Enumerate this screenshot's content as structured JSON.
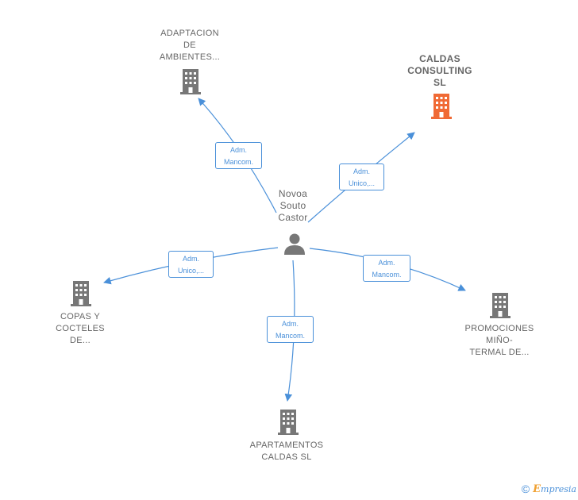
{
  "center": {
    "label": "Novoa\nSouto\nCastor",
    "icon": "person-icon"
  },
  "companies": [
    {
      "id": "adaptacion",
      "label": "ADAPTACION\nDE\nAMBIENTES...",
      "icon": "building-icon",
      "color": "#777777"
    },
    {
      "id": "caldas-consulting",
      "label": "CALDAS\nCONSULTING\nSL",
      "icon": "building-icon",
      "color": "#f06a35"
    },
    {
      "id": "copas",
      "label": "COPAS Y\nCOCTELES\nDE...",
      "icon": "building-icon",
      "color": "#777777"
    },
    {
      "id": "promociones",
      "label": "PROMOCIONES\nMIÑO-\nTERMAL DE...",
      "icon": "building-icon",
      "color": "#777777"
    },
    {
      "id": "apartamentos",
      "label": "APARTAMENTOS\nCALDAS  SL",
      "icon": "building-icon",
      "color": "#777777"
    }
  ],
  "relations": [
    {
      "to": "adaptacion",
      "label": "Adm.\nMancom."
    },
    {
      "to": "caldas-consulting",
      "label": "Adm.\nUnico,..."
    },
    {
      "to": "copas",
      "label": "Adm.\nUnico,..."
    },
    {
      "to": "promociones",
      "label": "Adm.\nMancom."
    },
    {
      "to": "apartamentos",
      "label": "Adm.\nMancom."
    }
  ],
  "colors": {
    "edge": "#4a90d9",
    "node": "#777777",
    "highlight": "#f06a35"
  },
  "footer": {
    "copyright": "©",
    "brand_initial": "E",
    "brand_rest": "mpresia"
  }
}
